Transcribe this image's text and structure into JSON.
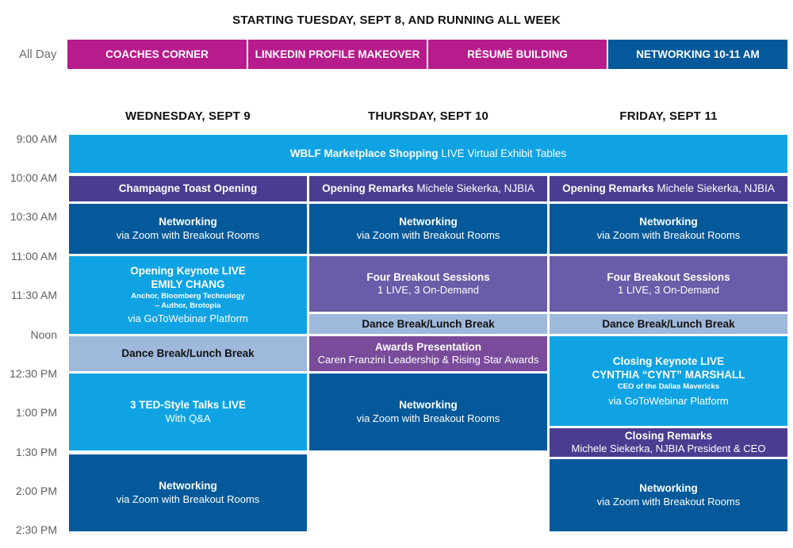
{
  "header": "STARTING TUESDAY, SEPT 8, AND RUNNING ALL WEEK",
  "all_day": {
    "label": "All Day",
    "bands": [
      {
        "label": "COACHES CORNER",
        "color": "#b71c8c"
      },
      {
        "label": "LINKEDIN PROFILE MAKEOVER",
        "color": "#b71c8c"
      },
      {
        "label": "RÉSUMÉ BUILDING",
        "color": "#b71c8c"
      },
      {
        "label": "NETWORKING 10-11 AM",
        "color": "#03599a"
      }
    ]
  },
  "days": [
    "WEDNESDAY, SEPT 9",
    "THURSDAY, SEPT 10",
    "FRIDAY, SEPT 11"
  ],
  "times": [
    "9:00 AM",
    "10:00 AM",
    "10:30 AM",
    "11:00 AM",
    "11:30 AM",
    "Noon",
    "12:30 PM",
    "1:00 PM",
    "1:30 PM",
    "2:00 PM",
    "2:30 PM"
  ],
  "sessions": {
    "marketplace": {
      "title": "WBLF Marketplace Shopping",
      "subtitle": "LIVE Virtual Exhibit Tables"
    },
    "wed": {
      "toast": "Champagne Toast Opening",
      "networking1": {
        "title": "Networking",
        "subtitle": "via Zoom with Breakout Rooms"
      },
      "keynote": {
        "title": "Opening Keynote LIVE",
        "speaker": "EMILY CHANG",
        "role1": "Anchor, Bloomberg Technology",
        "role2": "– Author, Brotopia",
        "platform": "via GoToWebinar Platform"
      },
      "lunch": "Dance Break/Lunch Break",
      "ted": {
        "title": "3 TED-Style Talks LIVE",
        "subtitle": "With Q&A"
      },
      "networking2": {
        "title": "Networking",
        "subtitle": "via Zoom with Breakout Rooms"
      }
    },
    "thu": {
      "remarks": {
        "title": "Opening Remarks",
        "subtitle": "Michele Siekerka, NJBIA"
      },
      "networking1": {
        "title": "Networking",
        "subtitle": "via Zoom with Breakout Rooms"
      },
      "breakout": {
        "title": "Four Breakout Sessions",
        "subtitle": "1 LIVE, 3 On-Demand"
      },
      "lunch": "Dance Break/Lunch Break",
      "awards": {
        "title": "Awards Presentation",
        "subtitle": "Caren Franzini Leadership & Rising Star Awards"
      },
      "networking2": {
        "title": "Networking",
        "subtitle": "via Zoom with Breakout Rooms"
      }
    },
    "fri": {
      "remarks": {
        "title": "Opening Remarks",
        "subtitle": "Michele Siekerka, NJBIA"
      },
      "networking1": {
        "title": "Networking",
        "subtitle": "via Zoom with Breakout Rooms"
      },
      "breakout": {
        "title": "Four Breakout Sessions",
        "subtitle": "1 LIVE, 3 On-Demand"
      },
      "lunch": "Dance Break/Lunch Break",
      "keynote": {
        "title": "Closing Keynote LIVE",
        "speaker": "CYNTHIA “CYNT” MARSHALL",
        "role": "CEO of the Dallas Mavericks",
        "platform": "via GoToWebinar Platform"
      },
      "closing": {
        "title": "Closing Remarks",
        "subtitle": "Michele Siekerka, NJBIA President & CEO"
      },
      "networking2": {
        "title": "Networking",
        "subtitle": "via Zoom with Breakout Rooms"
      }
    }
  }
}
